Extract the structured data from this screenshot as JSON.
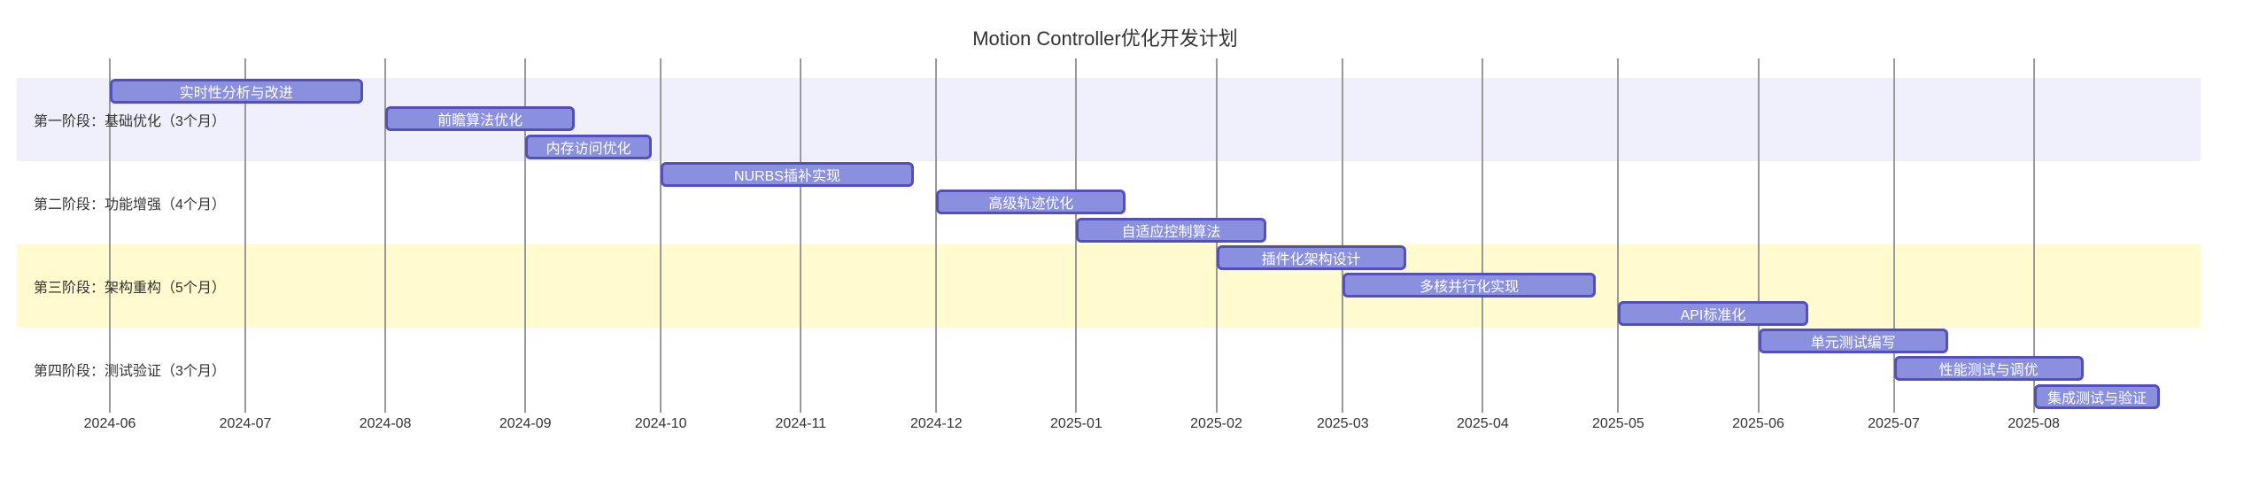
{
  "title": "Motion Controller优化开发计划",
  "colors": {
    "bar_fill": "#8a90dd",
    "bar_border": "#534fbc",
    "bar_text": "#ffffff",
    "band_purple": "#eff0fb",
    "band_yellow": "#fffbce",
    "band_none": "transparent",
    "grid_line": "#999999",
    "text": "#333333",
    "background": "#ffffff"
  },
  "chart_data": {
    "type": "gantt",
    "title": "Motion Controller优化开发计划",
    "grid": true,
    "axis_start": "2024-06-01",
    "axis_end": "2025-08-31",
    "x_ticks": [
      {
        "label": "2024-06",
        "day": 0
      },
      {
        "label": "2024-07",
        "day": 30
      },
      {
        "label": "2024-08",
        "day": 61
      },
      {
        "label": "2024-09",
        "day": 92
      },
      {
        "label": "2024-10",
        "day": 122
      },
      {
        "label": "2024-11",
        "day": 153
      },
      {
        "label": "2024-12",
        "day": 183
      },
      {
        "label": "2025-01",
        "day": 214
      },
      {
        "label": "2025-02",
        "day": 245
      },
      {
        "label": "2025-03",
        "day": 273
      },
      {
        "label": "2025-04",
        "day": 304
      },
      {
        "label": "2025-05",
        "day": 334
      },
      {
        "label": "2025-06",
        "day": 365
      },
      {
        "label": "2025-07",
        "day": 395
      },
      {
        "label": "2025-08",
        "day": 426
      }
    ],
    "sections": [
      {
        "label": "第一阶段：基础优化（3个月）",
        "band": "band_purple"
      },
      {
        "label": "第二阶段：功能增强（4个月）",
        "band": "band_none"
      },
      {
        "label": "第三阶段：架构重构（5个月）",
        "band": "band_yellow"
      },
      {
        "label": "第四阶段：测试验证（3个月）",
        "band": "band_none"
      }
    ],
    "tasks": [
      {
        "section": 0,
        "row": 0,
        "label": "实时性分析与改进",
        "start": "2024-06-01",
        "end": "2024-07-27",
        "start_day": 0,
        "duration_days": 56
      },
      {
        "section": 0,
        "row": 1,
        "label": "前瞻算法优化",
        "start": "2024-08-01",
        "end": "2024-09-12",
        "start_day": 61,
        "duration_days": 42
      },
      {
        "section": 0,
        "row": 2,
        "label": "内存访问优化",
        "start": "2024-09-01",
        "end": "2024-09-29",
        "start_day": 92,
        "duration_days": 28
      },
      {
        "section": 1,
        "row": 3,
        "label": "NURBS插补实现",
        "start": "2024-10-01",
        "end": "2024-11-26",
        "start_day": 122,
        "duration_days": 56
      },
      {
        "section": 1,
        "row": 4,
        "label": "高级轨迹优化",
        "start": "2024-12-01",
        "end": "2025-01-12",
        "start_day": 183,
        "duration_days": 42
      },
      {
        "section": 1,
        "row": 5,
        "label": "自适应控制算法",
        "start": "2025-01-01",
        "end": "2025-02-12",
        "start_day": 214,
        "duration_days": 42
      },
      {
        "section": 2,
        "row": 6,
        "label": "插件化架构设计",
        "start": "2025-02-01",
        "end": "2025-03-15",
        "start_day": 245,
        "duration_days": 42
      },
      {
        "section": 2,
        "row": 7,
        "label": "多核并行化实现",
        "start": "2025-03-01",
        "end": "2025-04-26",
        "start_day": 273,
        "duration_days": 56
      },
      {
        "section": 2,
        "row": 8,
        "label": "API标准化",
        "start": "2025-05-01",
        "end": "2025-06-12",
        "start_day": 334,
        "duration_days": 42
      },
      {
        "section": 3,
        "row": 9,
        "label": "单元测试编写",
        "start": "2025-06-01",
        "end": "2025-07-13",
        "start_day": 365,
        "duration_days": 42
      },
      {
        "section": 3,
        "row": 10,
        "label": "性能测试与调优",
        "start": "2025-07-01",
        "end": "2025-08-12",
        "start_day": 395,
        "duration_days": 42
      },
      {
        "section": 3,
        "row": 11,
        "label": "集成测试与验证",
        "start": "2025-08-01",
        "end": "2025-08-29",
        "start_day": 426,
        "duration_days": 28
      }
    ]
  }
}
